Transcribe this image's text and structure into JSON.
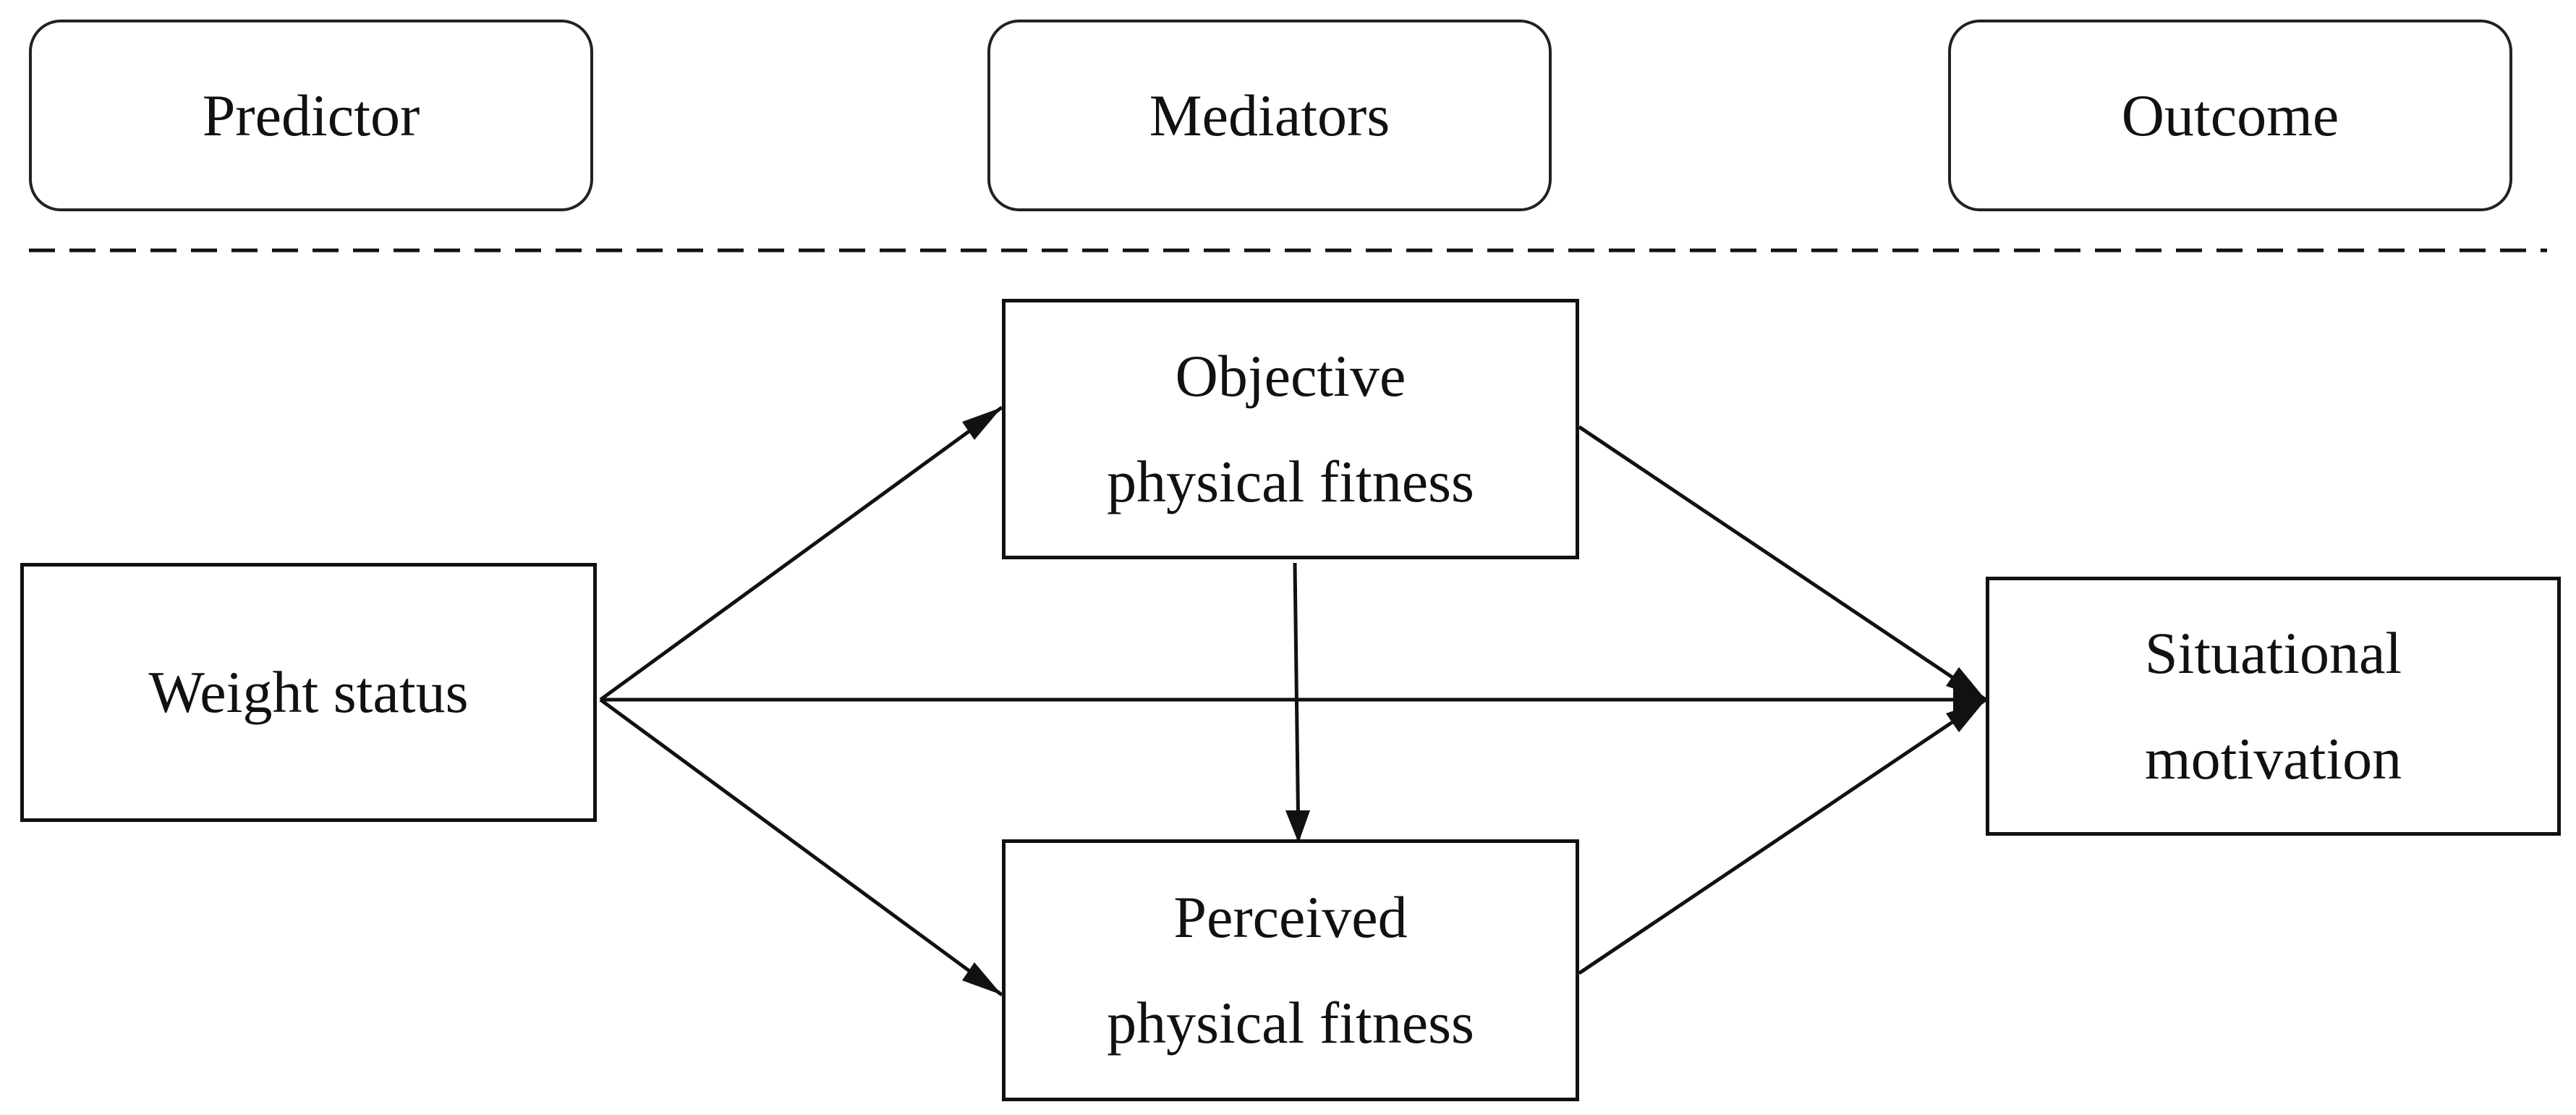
{
  "headers": {
    "predictor": "Predictor",
    "mediators": "Mediators",
    "outcome": "Outcome"
  },
  "nodes": {
    "weight_status": {
      "line1": "Weight status"
    },
    "objective_fitness": {
      "line1": "Objective",
      "line2": "physical fitness"
    },
    "perceived_fitness": {
      "line1": "Perceived",
      "line2": "physical fitness"
    },
    "situational_motivation": {
      "line1": "Situational",
      "line2": "motivation"
    }
  },
  "edges": [
    {
      "from": "Weight status",
      "to": "Objective physical fitness"
    },
    {
      "from": "Weight status",
      "to": "Perceived physical fitness"
    },
    {
      "from": "Weight status",
      "to": "Situational motivation"
    },
    {
      "from": "Objective physical fitness",
      "to": "Perceived physical fitness"
    },
    {
      "from": "Objective physical fitness",
      "to": "Situational motivation"
    },
    {
      "from": "Perceived physical fitness",
      "to": "Situational motivation"
    }
  ],
  "colors": {
    "line": "#111111",
    "box_border": "#111111",
    "background": "#ffffff"
  }
}
